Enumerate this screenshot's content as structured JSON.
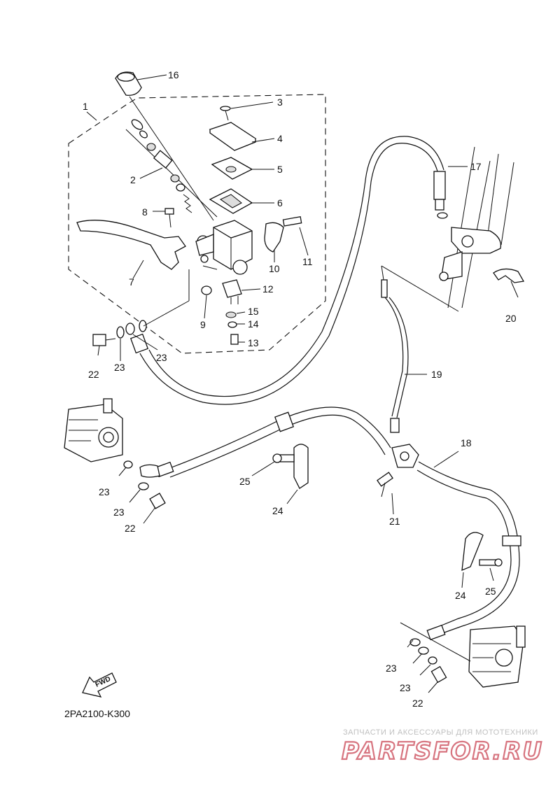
{
  "diagram_code": "2PA2100-K300",
  "fwd_label": "FWD",
  "watermark": {
    "tagline": "ЗАПЧАСТИ И АКСЕССУАРЫ ДЛЯ МОТОТЕХНИКИ",
    "brand": "PARTSFOR.RU"
  },
  "callouts": [
    {
      "id": "c16",
      "text": "16"
    },
    {
      "id": "c1",
      "text": "1"
    },
    {
      "id": "c3",
      "text": "3"
    },
    {
      "id": "c4",
      "text": "4"
    },
    {
      "id": "c5",
      "text": "5"
    },
    {
      "id": "c2",
      "text": "2"
    },
    {
      "id": "c6",
      "text": "6"
    },
    {
      "id": "c8",
      "text": "8"
    },
    {
      "id": "c11",
      "text": "11"
    },
    {
      "id": "c10",
      "text": "10"
    },
    {
      "id": "c7",
      "text": "7"
    },
    {
      "id": "c12",
      "text": "12"
    },
    {
      "id": "c9",
      "text": "9"
    },
    {
      "id": "c15",
      "text": "15"
    },
    {
      "id": "c14",
      "text": "14"
    },
    {
      "id": "c13",
      "text": "13"
    },
    {
      "id": "c22a",
      "text": "22"
    },
    {
      "id": "c23a",
      "text": "23"
    },
    {
      "id": "c23b",
      "text": "23"
    },
    {
      "id": "c17",
      "text": "17"
    },
    {
      "id": "c20",
      "text": "20"
    },
    {
      "id": "c19",
      "text": "19"
    },
    {
      "id": "c18",
      "text": "18"
    },
    {
      "id": "c25a",
      "text": "25"
    },
    {
      "id": "c24a",
      "text": "24"
    },
    {
      "id": "c21",
      "text": "21"
    },
    {
      "id": "c23c",
      "text": "23"
    },
    {
      "id": "c23d",
      "text": "23"
    },
    {
      "id": "c22b",
      "text": "22"
    },
    {
      "id": "c24b",
      "text": "24"
    },
    {
      "id": "c25b",
      "text": "25"
    },
    {
      "id": "c23e",
      "text": "23"
    },
    {
      "id": "c23f",
      "text": "23"
    },
    {
      "id": "c22c",
      "text": "22"
    }
  ]
}
